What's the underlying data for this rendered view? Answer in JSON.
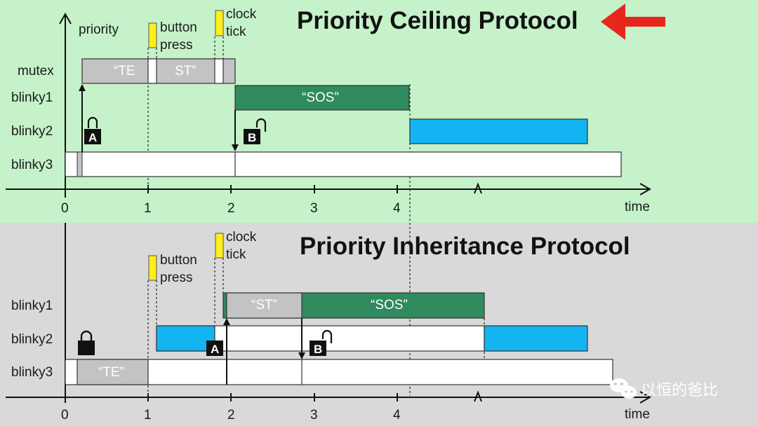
{
  "colors": {
    "top_bg": "#c5f2c9",
    "bottom_bg": "#d9d9d9",
    "gray_bar": "#c3c3c3",
    "green_bar": "#2f8a5e",
    "blue_bar": "#13b4f2",
    "yellow_event": "#ffee1a",
    "arrow_red": "#e8271c"
  },
  "top": {
    "title": "Priority Ceiling Protocol",
    "axis_y_label": "priority",
    "axis_x_label": "time",
    "ticks": [
      "0",
      "1",
      "2",
      "3",
      "4"
    ],
    "rows": [
      "mutex",
      "blinky1",
      "blinky2",
      "blinky3"
    ],
    "event_button": [
      "button",
      "press"
    ],
    "event_clock": [
      "clock",
      "tick"
    ],
    "mutex_text_a": "“TE",
    "mutex_text_b": "ST”",
    "blinky1_text": "“SOS”",
    "marker_a": "A",
    "marker_b": "B"
  },
  "bottom": {
    "title": "Priority Inheritance Protocol",
    "axis_x_label": "time",
    "ticks": [
      "0",
      "1",
      "2",
      "3",
      "4"
    ],
    "rows": [
      "blinky1",
      "blinky2",
      "blinky3"
    ],
    "event_button": [
      "button",
      "press"
    ],
    "event_clock": [
      "clock",
      "tick"
    ],
    "blinky1_text_a": "“ST”",
    "blinky1_text_b": "“SOS”",
    "blinky3_text": "“TE”",
    "marker_a": "A",
    "marker_b": "B"
  },
  "watermark": "以恒的爸比"
}
